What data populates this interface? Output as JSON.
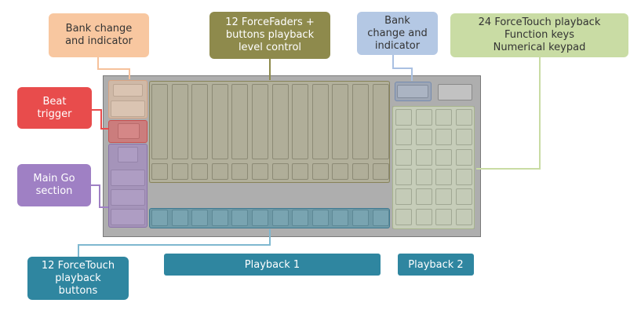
{
  "callouts": {
    "bank_change_left": "Bank change\nand indicator",
    "force_faders": "12 ForceFaders +\nbuttons playback\nlevel control",
    "bank_change_right": "Bank\nchange and\nindicator",
    "forcetouch_keys": "24 ForceTouch playback\nFunction keys\nNumerical keypad",
    "beat_trigger": "Beat\ntrigger",
    "main_go": "Main Go\nsection",
    "forcetouch_buttons": "12 ForceTouch\nplayback\nbuttons"
  },
  "bars": {
    "playback1": "Playback 1",
    "playback2": "Playback 2"
  },
  "counts": {
    "faders": 12,
    "forcetouch_buttons": 12,
    "right_grid_cols": 4,
    "right_grid_rows": 6
  },
  "colors": {
    "orange": "#f8c7a0",
    "olive": "#8e8a4c",
    "blue_light": "#b4c8e4",
    "green_light": "#c9dca4",
    "red": "#e84c4c",
    "purple": "#9f80c4",
    "teal": "#2f86a0"
  }
}
